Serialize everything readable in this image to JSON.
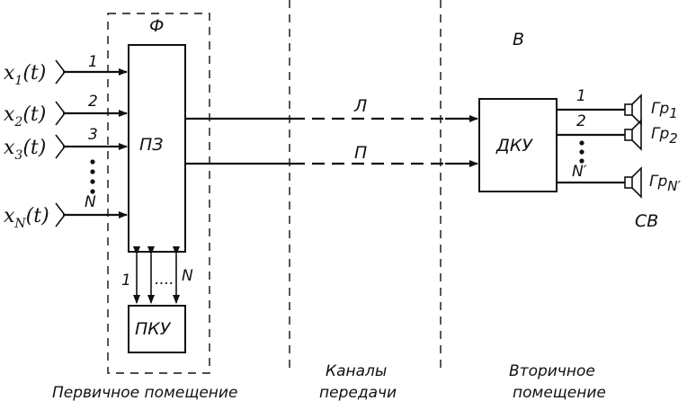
{
  "frame_label": "Ф",
  "blocks": {
    "pz": "ПЗ",
    "pku": "ПКУ",
    "dku": "ДКУ"
  },
  "inputs": [
    {
      "base": "x",
      "sub": "1",
      "arg": "(t)",
      "num": "1"
    },
    {
      "base": "x",
      "sub": "2",
      "arg": "(t)",
      "num": "2"
    },
    {
      "base": "x",
      "sub": "3",
      "arg": "(t)",
      "num": "3"
    },
    {
      "base": "x",
      "sub": "N",
      "arg": "(t)",
      "num": "N"
    }
  ],
  "control_labels": {
    "first": "1",
    "dots": "....",
    "last": "N"
  },
  "channels": {
    "left": "Л",
    "right": "П"
  },
  "outputs": [
    {
      "num": "1",
      "label": "Гр",
      "sub": "1"
    },
    {
      "num": "2",
      "label": "Гр",
      "sub": "2"
    },
    {
      "num": "N′",
      "label": "Гр",
      "sub": "N′"
    }
  ],
  "secondary_label": "В",
  "sv_label": "СВ",
  "captions": {
    "primary": "Первичное помещение",
    "channels_line1": "Каналы",
    "channels_line2": "передачи",
    "secondary_line1": "Вторичное",
    "secondary_line2": "помещение"
  }
}
